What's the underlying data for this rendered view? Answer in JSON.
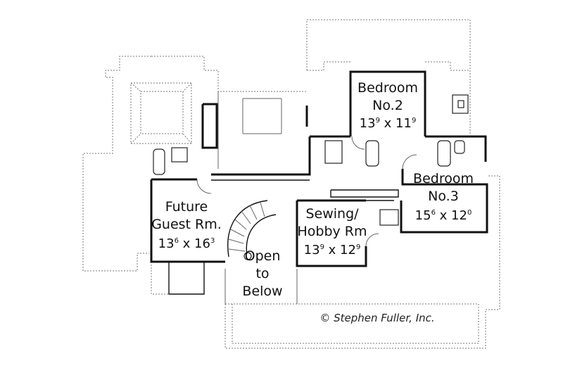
{
  "rooms": {
    "bedroom2": {
      "name_line1": "Bedroom",
      "name_line2": "No.2",
      "dim_a": "13",
      "dim_a_sup": "9",
      "dim_sep": " x 11",
      "dim_b_sup": "9"
    },
    "bedroom3": {
      "name_line1": "Bedroom",
      "name_line2": "No.3",
      "dim_a": "15",
      "dim_a_sup": "6",
      "dim_sep": " x 12",
      "dim_b_sup": "0"
    },
    "future_guest": {
      "name_line1": "Future",
      "name_line2": "Guest Rm.",
      "dim_a": "13",
      "dim_a_sup": "6",
      "dim_sep": " x 16",
      "dim_b_sup": "3"
    },
    "sewing": {
      "name_line1": "Sewing/",
      "name_line2": "Hobby Rm",
      "dim_a": "13",
      "dim_a_sup": "9",
      "dim_sep": " x 12",
      "dim_b_sup": "9"
    },
    "open_below": {
      "line1": "Open",
      "line2": "to",
      "line3": "Below"
    }
  },
  "credit": "© Stephen Fuller, Inc.",
  "colors": {
    "ink": "#111111",
    "dashed": "#777777",
    "background": "#ffffff"
  }
}
